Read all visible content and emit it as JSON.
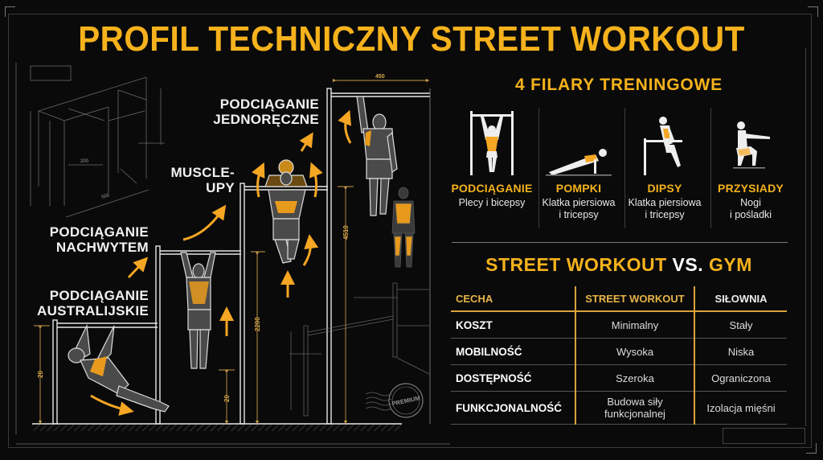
{
  "title": "PROFIL TECHNICZNY STREET WORKOUT",
  "colors": {
    "accent": "#f5b21c",
    "background": "#0a0a0a",
    "line": "#dcdcdc",
    "muscle": "#e89a1c"
  },
  "left_diagram": {
    "progression_labels": [
      {
        "id": "australian",
        "lines": [
          "PODCIĄGANIE",
          "AUSTRALIJSKIE"
        ]
      },
      {
        "id": "overhand",
        "lines": [
          "PODCIĄGANIE",
          "NACHWYTEM"
        ]
      },
      {
        "id": "muscle_up",
        "lines": [
          "MUSCLE-UPY"
        ]
      },
      {
        "id": "one_arm",
        "lines": [
          "PODCIĄGANIE",
          "JEDNORĘCZNE"
        ]
      }
    ],
    "dimensions": {
      "top_bar_width": "450",
      "tall_bar_height": "4510",
      "mid_bar_height": "2200",
      "low_bar_height": "20",
      "step_height": "20",
      "frame_width": "200",
      "frame_depth": "500"
    },
    "stamp": "PREMIUM"
  },
  "pillars": {
    "title": "4 FILARY TRENINGOWE",
    "items": [
      {
        "name": "PODCIĄGANIE",
        "desc": [
          "Plecy i bicepsy"
        ],
        "icon": "pull-up-icon"
      },
      {
        "name": "POMPKI",
        "desc": [
          "Klatka piersiowa",
          "i tricepsy"
        ],
        "icon": "push-up-icon"
      },
      {
        "name": "DIPSY",
        "desc": [
          "Klatka piersiowa",
          "i tricepsy"
        ],
        "icon": "dip-icon"
      },
      {
        "name": "PRZYSIADY",
        "desc": [
          "Nogi",
          "i pośladki"
        ],
        "icon": "squat-icon"
      }
    ]
  },
  "comparison": {
    "title_part1": "STREET WORKOUT",
    "title_part2": "VS.",
    "title_part3": "GYM",
    "headers": [
      "CECHA",
      "STREET WORKOUT",
      "SIŁOWNIA"
    ],
    "rows": [
      {
        "feature": "KOSZT",
        "street": "Minimalny",
        "gym": "Stały"
      },
      {
        "feature": "MOBILNOŚĆ",
        "street": "Wysoka",
        "gym": "Niska"
      },
      {
        "feature": "DOSTĘPNOŚĆ",
        "street": "Szeroka",
        "gym": "Ograniczona"
      },
      {
        "feature": "FUNKCJONALNOŚĆ",
        "street": "Budowa siły funkcjonalnej",
        "street_lines": [
          "Budowa siły",
          "funkcjonalnej"
        ],
        "gym": "Izolacja mięśni"
      }
    ]
  }
}
